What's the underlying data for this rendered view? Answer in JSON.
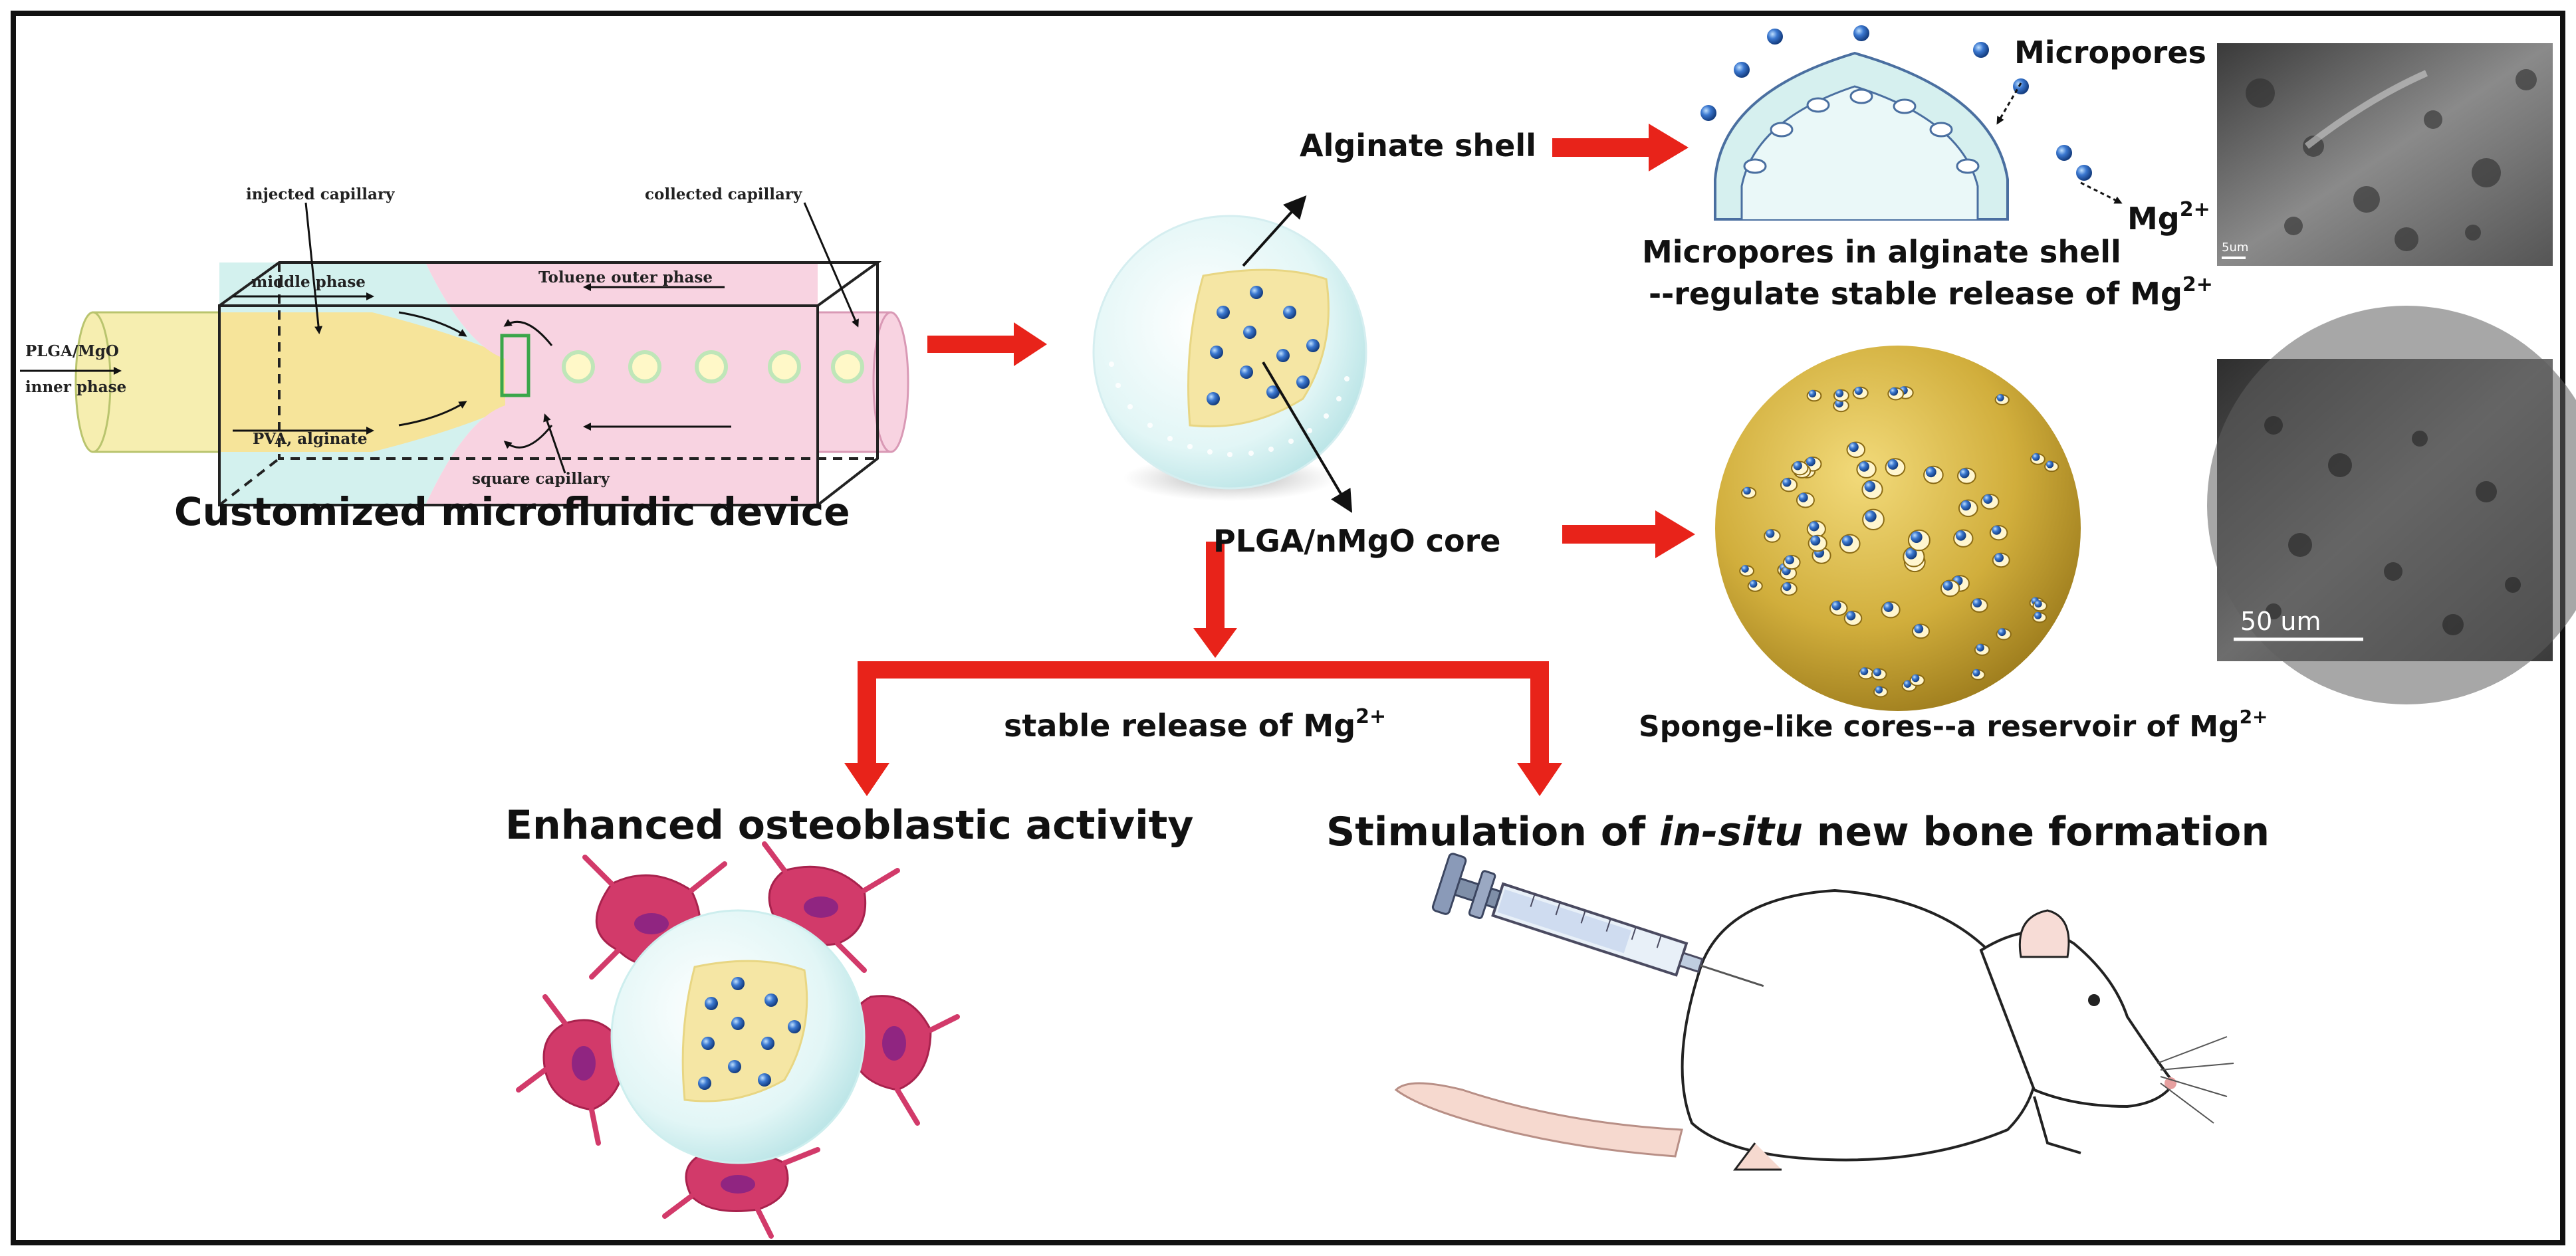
{
  "device": {
    "title": "Customized microfluidic device",
    "labels": {
      "injected": "injected capillary",
      "collected": "collected capillary",
      "middle": "middle phase",
      "toluene": "Toluene outer phase",
      "inner_line1": "PLGA/MgO",
      "inner_line2": "inner phase",
      "pva": "PVA, alginate",
      "square": "square capillary"
    }
  },
  "particle": {
    "shell_label": "Alginate shell",
    "core_label": "PLGA/nMgO core"
  },
  "shell_detail": {
    "micropores_label": "Micropores",
    "ion_base": "Mg",
    "ion_sup": "2+",
    "caption_line1": "Micropores in alginate shell",
    "caption_line2_base": "--regulate stable release of Mg",
    "caption_line2_sup": "2+",
    "sem_scale": "5um"
  },
  "core_detail": {
    "caption_base": "Sponge-like cores--a reservoir of Mg",
    "caption_sup": "2+",
    "sem_scale": "50 um"
  },
  "release": {
    "label_base": "stable release of Mg",
    "label_sup": "2+"
  },
  "outcomes": {
    "osteoblast": "Enhanced osteoblastic activity",
    "bone_pre": "Stimulation of ",
    "bone_italic": "in-situ",
    "bone_post": " new bone formation"
  },
  "colors": {
    "arrow_red": "#e8231a",
    "core_yellow": "#f3e3a0",
    "shell_cyan": "#cdeeee",
    "pink_phase": "#f7cfe0",
    "ion_blue": "#2a5fb0",
    "cell_pink": "#d23a6a",
    "gold_sphere": "#c9a83a"
  }
}
